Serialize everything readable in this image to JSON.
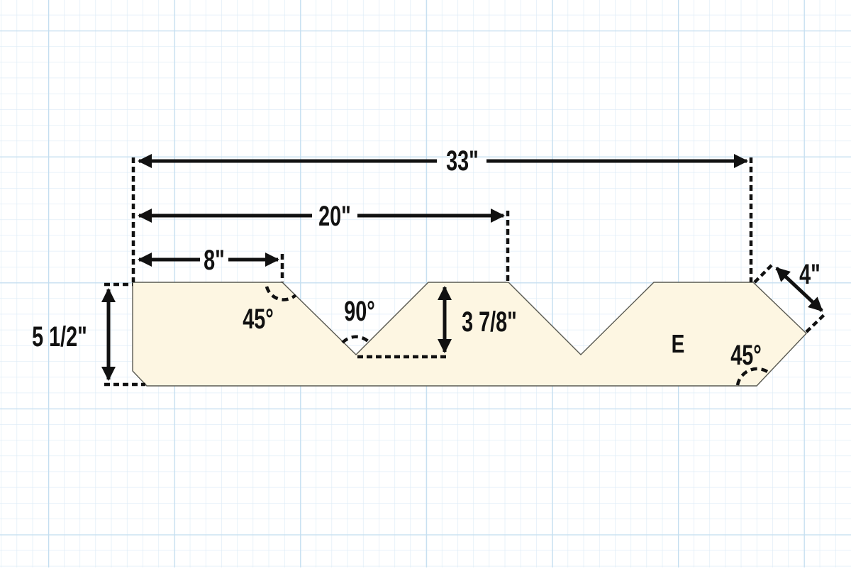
{
  "colors": {
    "background": "#ffffff",
    "grid_minor": "#dcebf6",
    "grid_major": "#c4def0",
    "piece_fill": "#fdf6e2",
    "piece_outline": "#5a5a52",
    "ink": "#111111"
  },
  "piece": {
    "label": "E",
    "shape": "board with two V-notches and chamfered ends"
  },
  "dimensions": {
    "overall_length": "33\"",
    "notch2_start": "20\"",
    "notch1_start": "8\"",
    "height": "5 1/2\"",
    "notch_depth": "3 7/8\"",
    "end_bevel": "4\""
  },
  "angles": {
    "notch1_side": "45°",
    "notch_vertex": "90°",
    "end_bevel": "45°"
  }
}
